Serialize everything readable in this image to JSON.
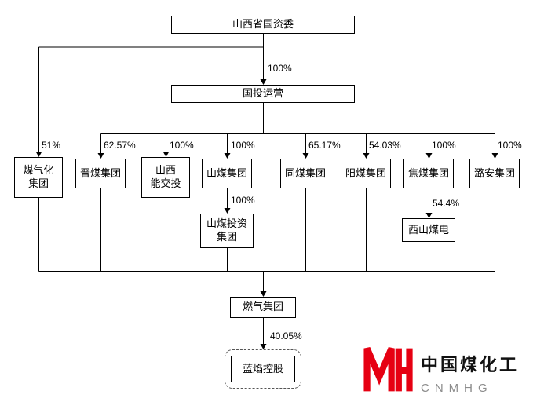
{
  "diagram": {
    "root": {
      "label": "山西省国资委"
    },
    "operator": {
      "label": "国投运营",
      "pct": "100%"
    },
    "subsidiaries": [
      {
        "label": "煤气化\n集团",
        "pct": "51%"
      },
      {
        "label": "晋煤集团",
        "pct": "62.57%"
      },
      {
        "label": "山西\n能交投",
        "pct": "100%"
      },
      {
        "label": "山煤集团",
        "pct": "100%",
        "child": {
          "label": "山煤投资\n集团",
          "pct": "100%"
        }
      },
      {
        "label": "同煤集团",
        "pct": "65.17%"
      },
      {
        "label": "阳煤集团",
        "pct": "54.03%"
      },
      {
        "label": "焦煤集团",
        "pct": "100%",
        "child": {
          "label": "西山煤电",
          "pct": "54.4%"
        }
      },
      {
        "label": "潞安集团",
        "pct": "100%"
      }
    ],
    "gas_group": {
      "label": "燃气集团"
    },
    "listed_company": {
      "label": "蓝焰控股",
      "pct": "40.05%"
    }
  },
  "logo": {
    "name": "中国煤化工",
    "abbr": "CNMHG",
    "brand_color": "#e60012"
  }
}
